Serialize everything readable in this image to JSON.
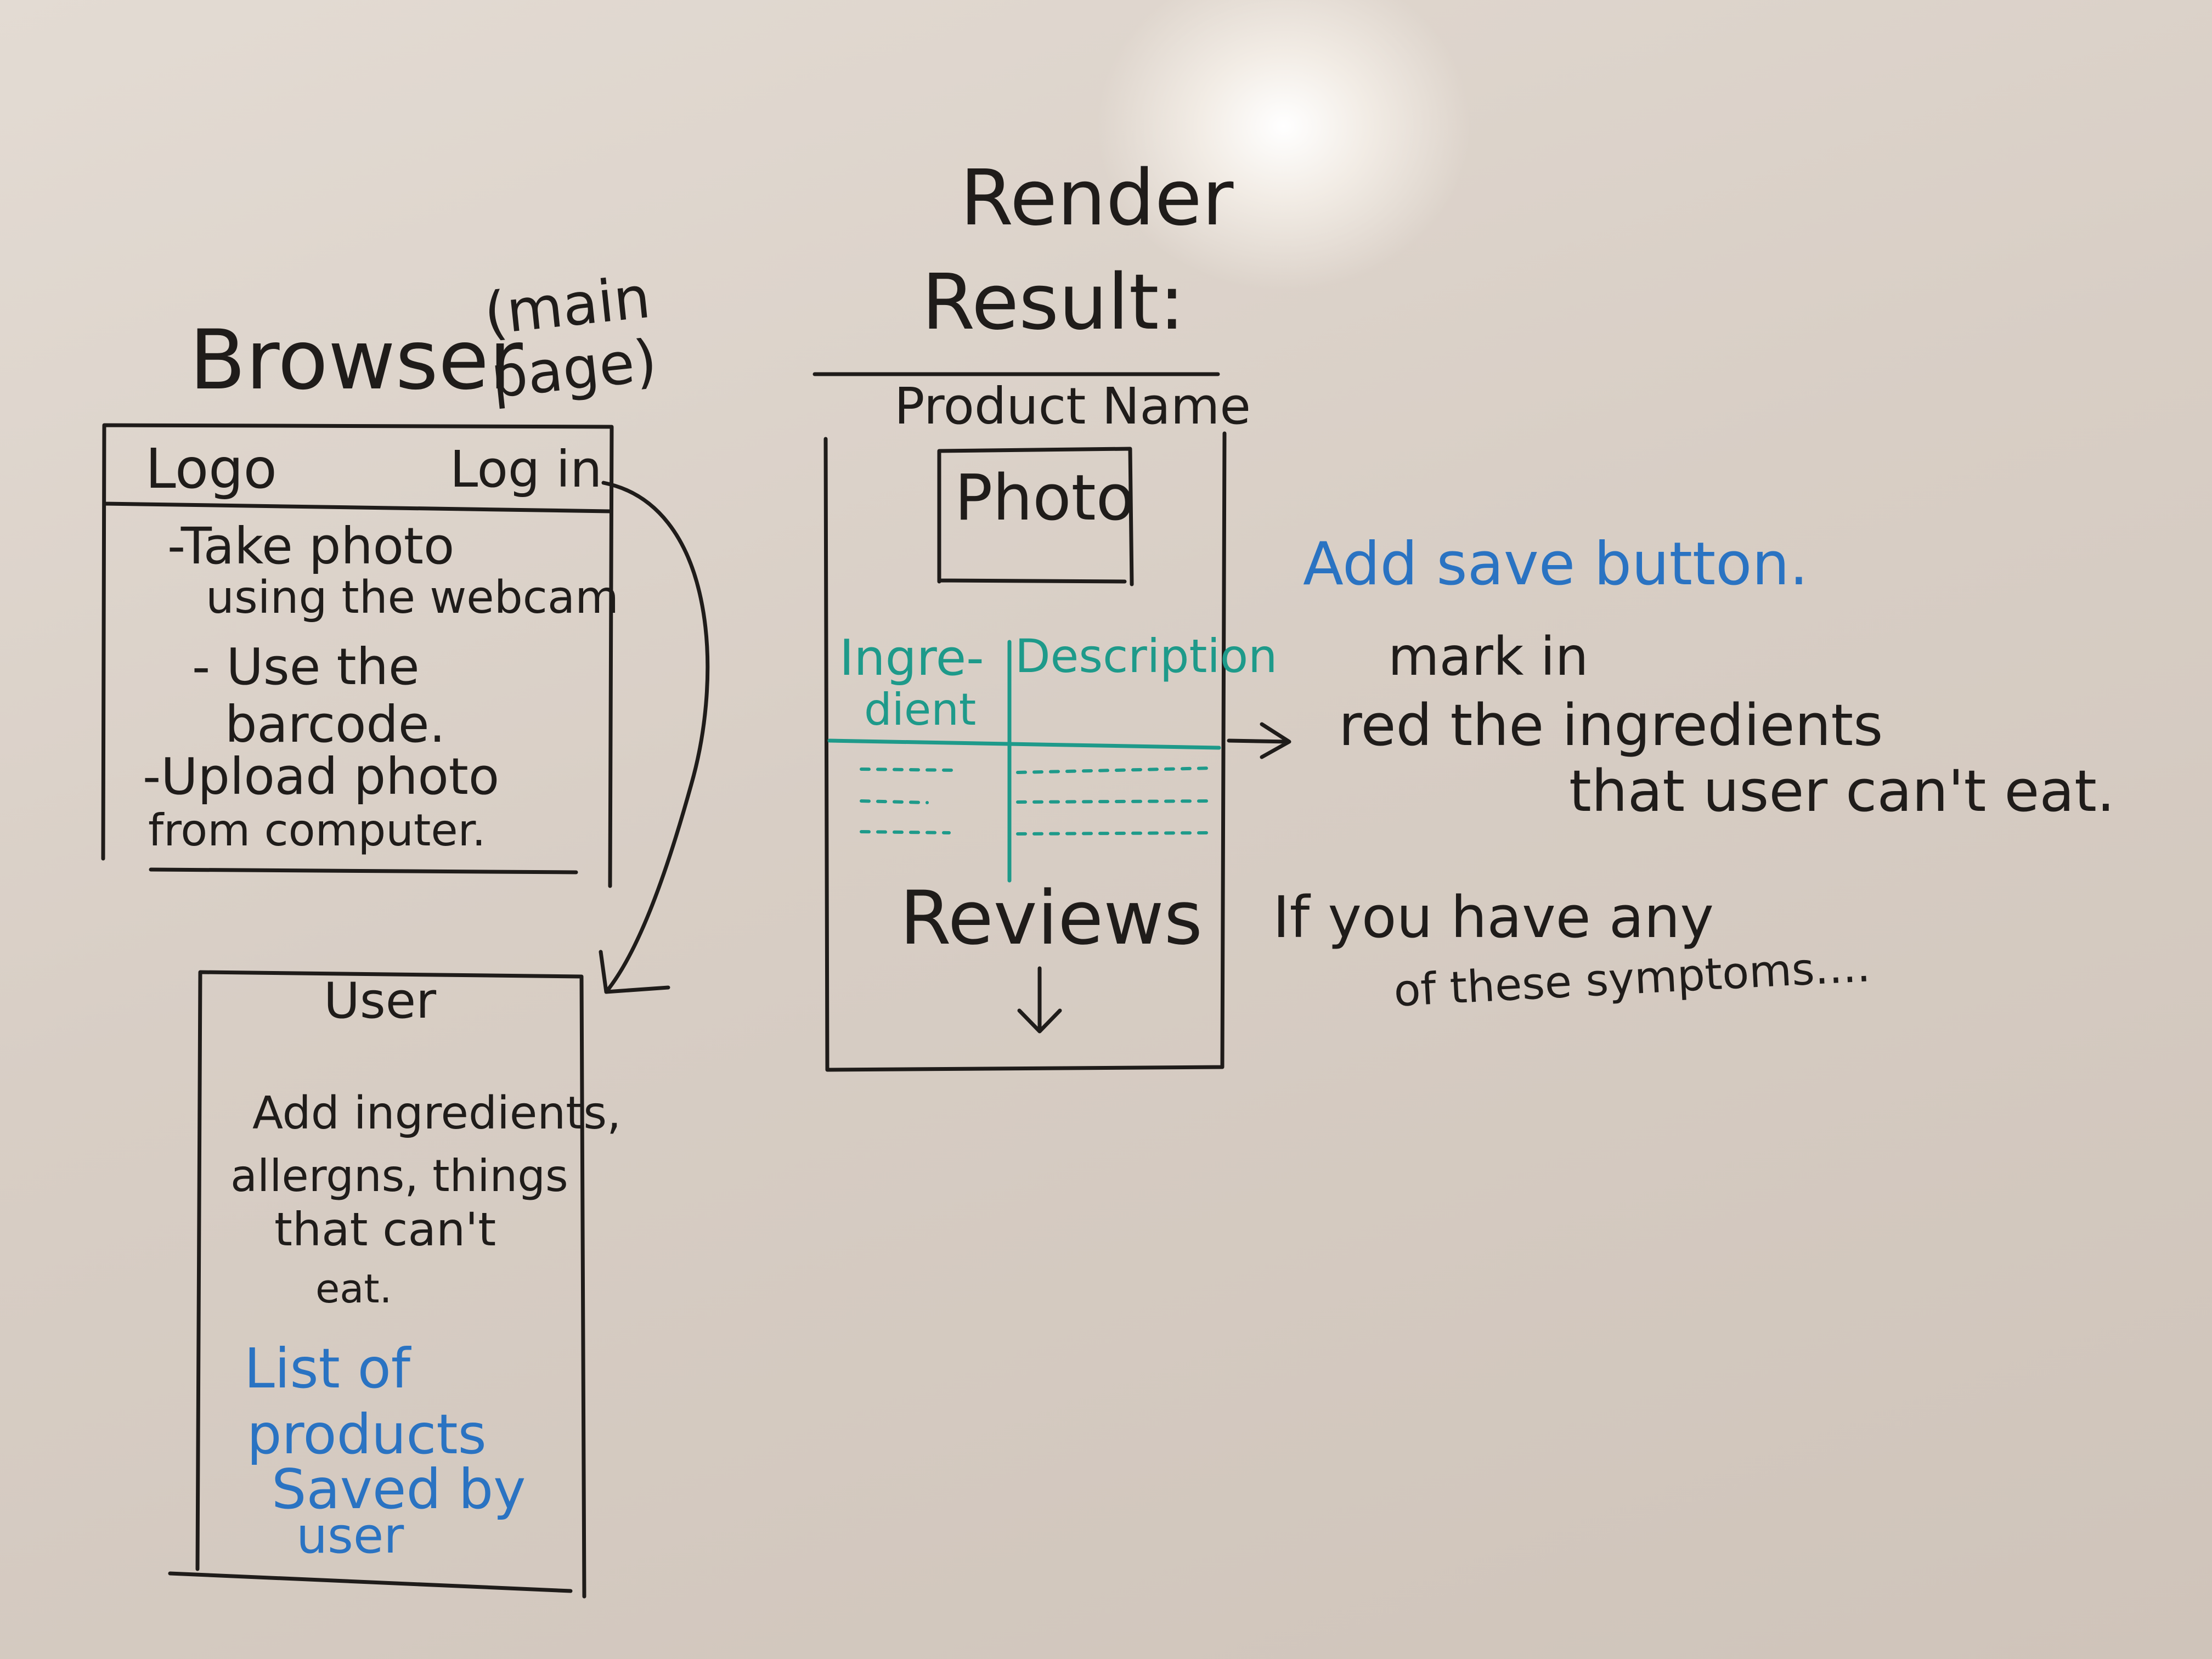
{
  "colors": {
    "ink": "#1f1c1a",
    "blue_marker": "#2a73c2",
    "teal_marker": "#1e9a8a",
    "board": "#ddd4cc"
  },
  "browser": {
    "title": "Browser",
    "title_note": "(main page)",
    "logo": "Logo",
    "login": "Log in",
    "items": [
      "-Take photo",
      "using the webcam",
      "- Use the",
      "barcode.",
      "-Upload photo",
      "from computer."
    ]
  },
  "user": {
    "title": "User",
    "lines": [
      "Add ingredients,",
      "allergns, things",
      "that can't",
      "eat."
    ],
    "saved_lines": [
      "List of",
      "products",
      "Saved by",
      "user"
    ]
  },
  "render": {
    "title_line1": "Render",
    "title_line2": "Result:",
    "product_name": "Product Name",
    "photo": "Photo",
    "col_ingredient_1": "Ingre-",
    "col_ingredient_2": "dient",
    "col_description": "Description",
    "reviews": "Reviews",
    "down_arrow": "↓"
  },
  "notes": {
    "save_button": "Add save button.",
    "mark_red_lines": [
      "mark in",
      "red the ingredients",
      "that user can't eat."
    ],
    "symptoms_lines": [
      "If you have any",
      "of these symptoms...."
    ]
  }
}
